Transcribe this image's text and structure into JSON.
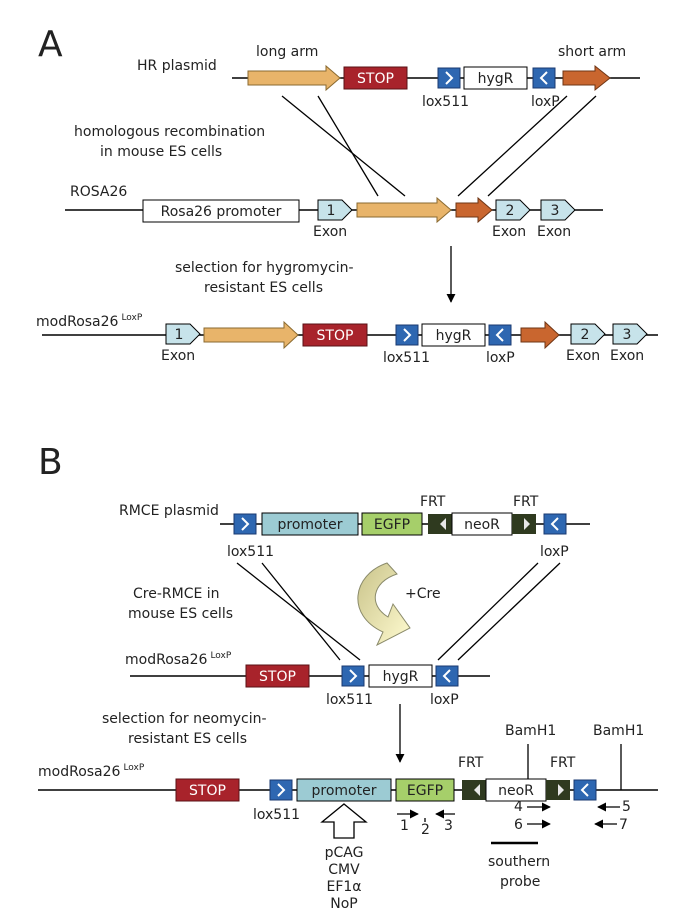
{
  "panels": {
    "a": "A",
    "b": "B"
  },
  "panel_a": {
    "hr_plasmid": "HR plasmid",
    "long_arm": "long arm",
    "short_arm": "short arm",
    "stop": "STOP",
    "hygr": "hygR",
    "lox511": "lox511",
    "loxp": "loxP",
    "hr_line1": "homologous recombination",
    "hr_line2": "in mouse ES cells",
    "rosa26": "ROSA26",
    "rosa_promoter": "Rosa26 promoter",
    "exon": "Exon",
    "exon1": "1",
    "exon2": "2",
    "exon3": "3",
    "sel_line1": "selection for hygromycin-",
    "sel_line2": "resistant ES cells",
    "mod_name": "modRosa26",
    "mod_sup": "LoxP"
  },
  "panel_b": {
    "rmce_plasmid": "RMCE plasmid",
    "promoter": "promoter",
    "egfp": "EGFP",
    "neor": "neoR",
    "frt": "FRT",
    "lox511": "lox511",
    "loxp": "loxP",
    "cre_line1": "Cre-RMCE in",
    "cre_line2": "mouse ES cells",
    "plus_cre": "+Cre",
    "mod_name": "modRosa26",
    "mod_sup": "LoxP",
    "stop": "STOP",
    "hygr": "hygR",
    "sel_line1": "selection for neomycin-",
    "sel_line2": "resistant ES cells",
    "bamh1": "BamH1",
    "primers": [
      "1",
      "2",
      "3",
      "4",
      "5",
      "6",
      "7"
    ],
    "southern_line1": "southern",
    "southern_line2": "probe",
    "promoters": [
      "pCAG",
      "CMV",
      "EF1α",
      "NoP"
    ]
  },
  "colors": {
    "long_arm": "#e8b46a",
    "short_arm": "#c9662f",
    "stop": "#a8232b",
    "lox_blue": "#2e67b1",
    "exon": "#c7e3ea",
    "promoter": "#9ccbd3",
    "egfp": "#a6cf6a",
    "frt": "#2f3a1f"
  }
}
